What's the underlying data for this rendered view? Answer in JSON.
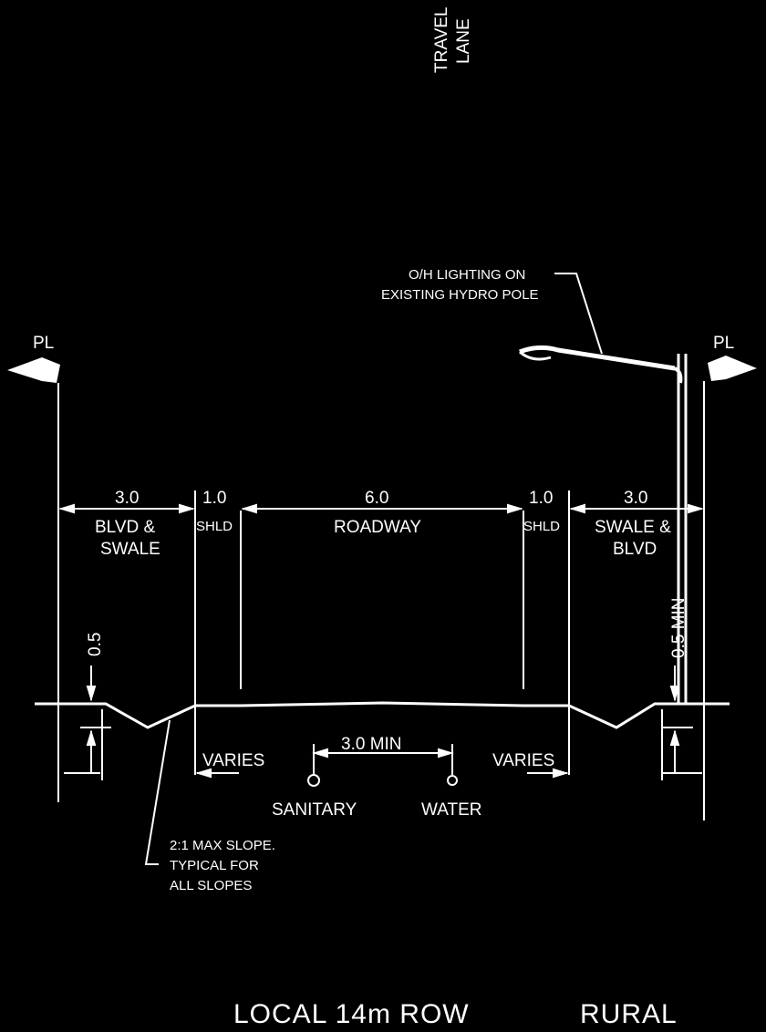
{
  "colors": {
    "background": "#000000",
    "ink": "#ffffff"
  },
  "labels": {
    "travel_lane_1": "TRAVEL",
    "travel_lane_2": "LANE",
    "lighting_1": "O/H LIGHTING ON",
    "lighting_2": "EXISTING HYDRO POLE",
    "property_line_left": "PL",
    "property_line_right": "PL",
    "dim_blvd_left": "3.0",
    "dim_shld_left": "1.0",
    "dim_roadway": "6.0",
    "dim_shld_right": "1.0",
    "dim_blvd_right": "3.0",
    "blvd_left_1": "BLVD &",
    "blvd_left_2": "SWALE",
    "shld_left": "SHLD",
    "roadway": "ROADWAY",
    "shld_right": "SHLD",
    "blvd_right_1": "SWALE &",
    "blvd_right_2": "BLVD",
    "depth_left": "0.5",
    "depth_right": "0.5 MIN",
    "varies_left": "VARIES",
    "varies_right": "VARIES",
    "utility_spacing": "3.0  MIN",
    "sanitary": "SANITARY",
    "water": "WATER",
    "slope_1": "2:1 MAX SLOPE.",
    "slope_2": "TYPICAL FOR",
    "slope_3": "ALL SLOPES",
    "title_1": "LOCAL  14m  ROW",
    "title_2": "RURAL"
  },
  "icons": [
    "property-line-marker-icon",
    "streetlight-luminaire-icon",
    "dimension-arrow-icon"
  ]
}
